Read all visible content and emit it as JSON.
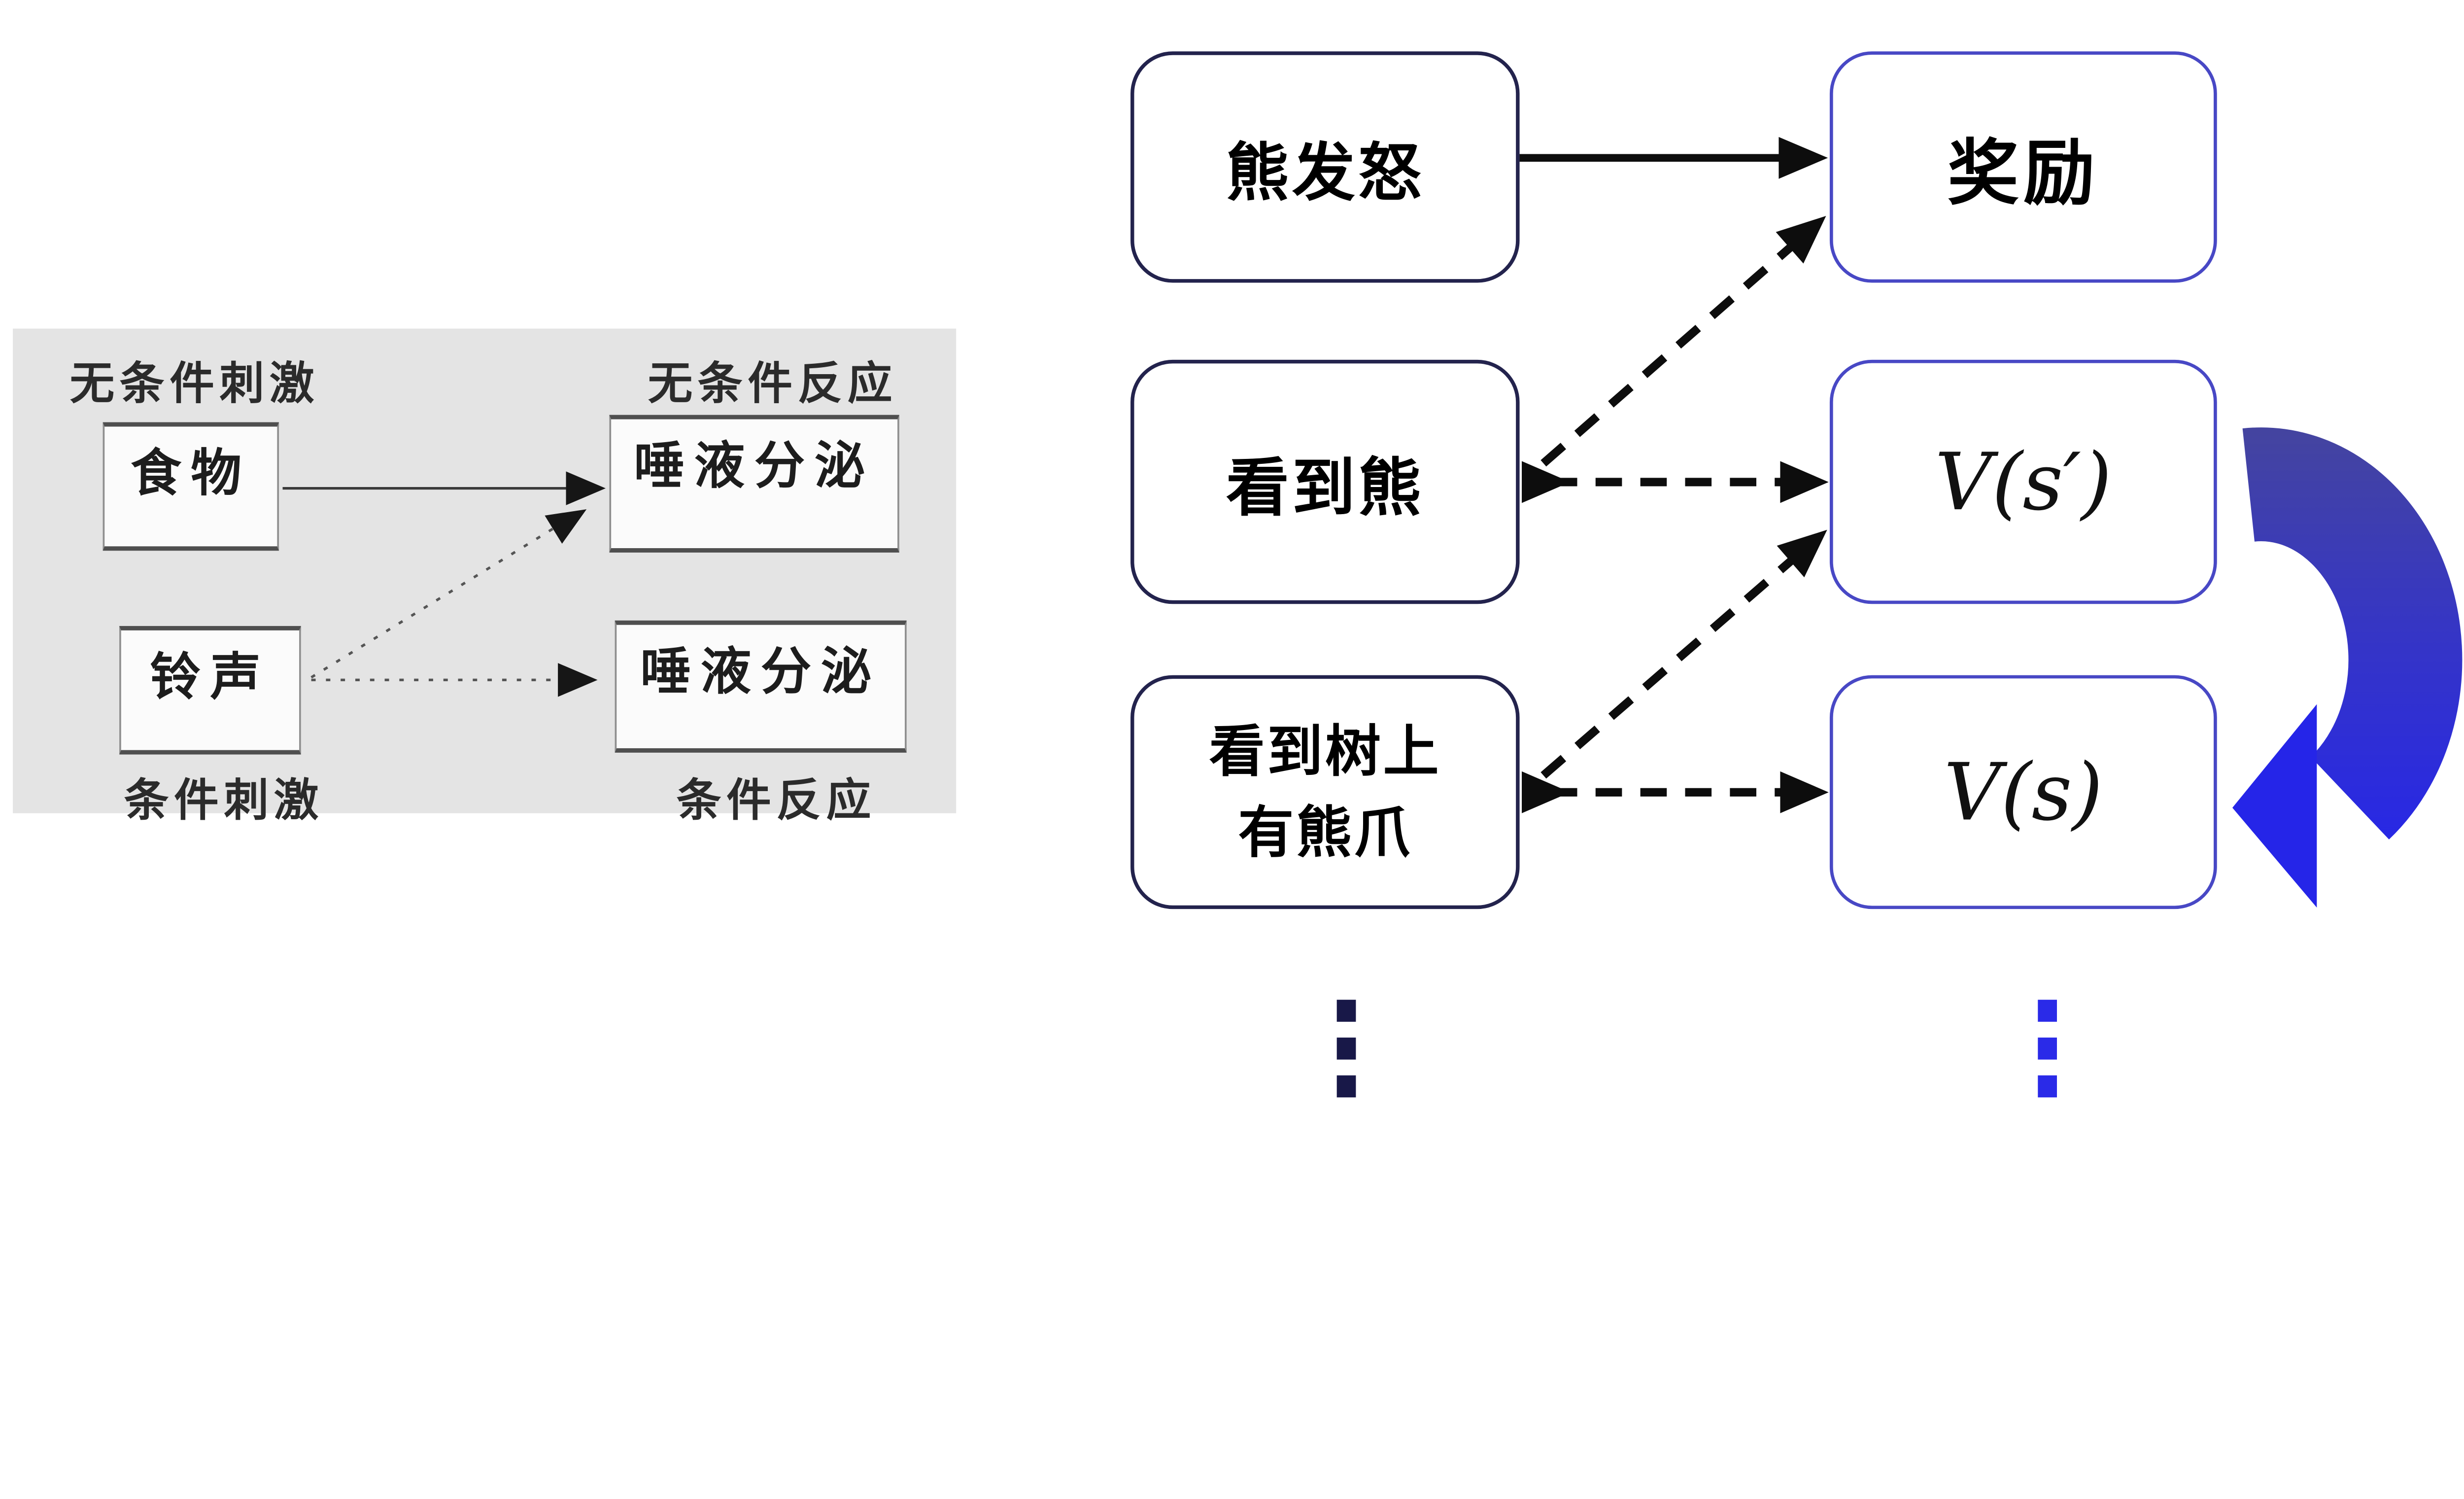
{
  "left_panel": {
    "label_unconditioned_stimulus": "无条件刺激",
    "label_unconditioned_response": "无条件反应",
    "label_conditioned_stimulus": "条件刺激",
    "label_conditioned_response": "条件反应",
    "box_food": "食物",
    "box_saliva_top": "唾液分泌",
    "box_bell": "铃声",
    "box_saliva_bottom": "唾液分泌",
    "colors": {
      "panel_bg": "#e4e4e4",
      "box_border": "#8f8f8f",
      "box_border_dark": "#4f4f4f",
      "arrow": "#3a3a3a"
    }
  },
  "right_diagram": {
    "box_bear_angry": "熊发怒",
    "box_reward": "奖励",
    "box_see_bear": "看到熊",
    "box_see_claw_line1": "看到树上",
    "box_see_claw_line2": "有熊爪",
    "box_v_s_prime": "V(s′)",
    "box_v_s": "V(s)",
    "colors": {
      "stimulus_box_border": "#23234d",
      "value_box_border": "#4848c5",
      "dashed_arrow": "#0d0d0d",
      "loop_arrow_top": "#45459e",
      "loop_arrow_bottom": "#2424ee",
      "dots_left": "#181848",
      "dots_right": "#2a2ae8"
    }
  }
}
